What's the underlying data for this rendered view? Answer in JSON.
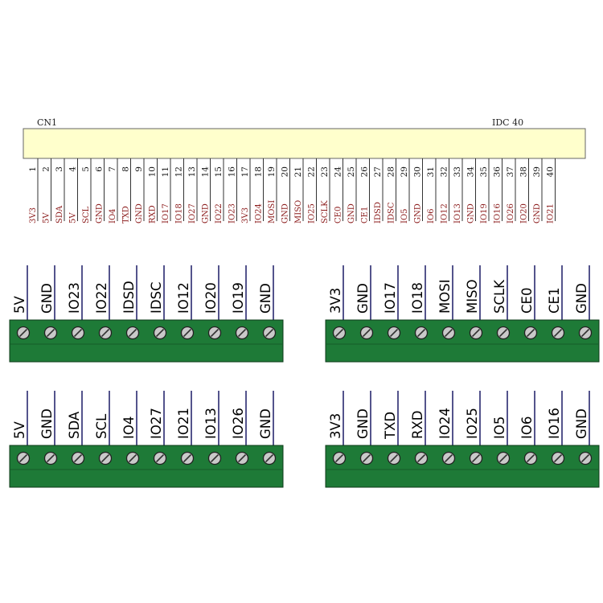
{
  "header": {
    "ref": "CN1",
    "part": "IDC 40",
    "colors": {
      "body": "#ffffcc",
      "signal_text": "#8b1a1a"
    },
    "pins": [
      "3V3",
      "5V",
      "SDA",
      "5V",
      "SCL",
      "GND",
      "IO4",
      "TXD",
      "GND",
      "RXD",
      "IO17",
      "IO18",
      "IO27",
      "GND",
      "IO22",
      "IO23",
      "3V3",
      "IO24",
      "MOSI",
      "GND",
      "MISO",
      "IO25",
      "SCLK",
      "CE0",
      "GND",
      "CE1",
      "IDSD",
      "IDSC",
      "IO5",
      "GND",
      "IO6",
      "IO12",
      "IO13",
      "GND",
      "IO19",
      "IO16",
      "IO26",
      "IO20",
      "GND",
      "IO21"
    ]
  },
  "terminal_blocks": [
    {
      "labels": [
        "5V",
        "GND",
        "IO23",
        "IO22",
        "IDSD",
        "IDSC",
        "IO12",
        "IO20",
        "IO19",
        "GND"
      ]
    },
    {
      "labels": [
        "3V3",
        "GND",
        "IO17",
        "IO18",
        "MOSI",
        "MISO",
        "SCLK",
        "CE0",
        "CE1",
        "GND"
      ]
    },
    {
      "labels": [
        "5V",
        "GND",
        "SDA",
        "SCL",
        "IO4",
        "IO27",
        "IO21",
        "IO13",
        "IO26",
        "GND"
      ]
    },
    {
      "labels": [
        "3V3",
        "GND",
        "TXD",
        "RXD",
        "IO24",
        "IO25",
        "IO5",
        "IO6",
        "IO16",
        "GND"
      ]
    }
  ],
  "style": {
    "block_green": "#1e7a37",
    "screw": "#c9c9c9"
  }
}
